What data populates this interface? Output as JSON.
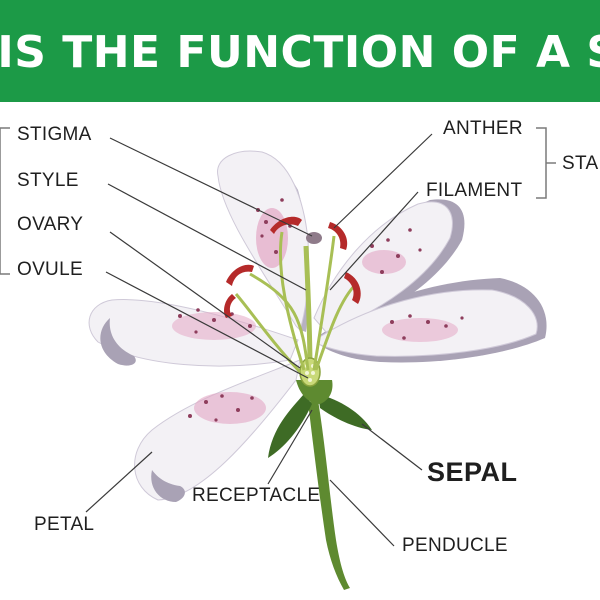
{
  "header": {
    "title": "T IS THE FUNCTION OF A SE",
    "background_color": "#1c9a47"
  },
  "labels": {
    "stigma": "STIGMA",
    "style": "STYLE",
    "ovary": "OVARY",
    "ovule": "OVULE",
    "anther": "ANTHER",
    "filament": "FILAMENT",
    "stamen": "STA",
    "sepal": "SEPAL",
    "receptacle": "RECEPTACLE",
    "petal": "PETAL",
    "penducle": "PENDUCLE"
  },
  "colors": {
    "petal": "#f3f1f5",
    "petal_shadow": "#a9a2b5",
    "petal_blush": "#e3a7c4",
    "petal_spots": "#8e3d5c",
    "stem": "#5e8a30",
    "sepal": "#3e6b25",
    "anther": "#b52a2a",
    "filament": "#a8bf55",
    "leader_line": "#3a3a3a"
  }
}
